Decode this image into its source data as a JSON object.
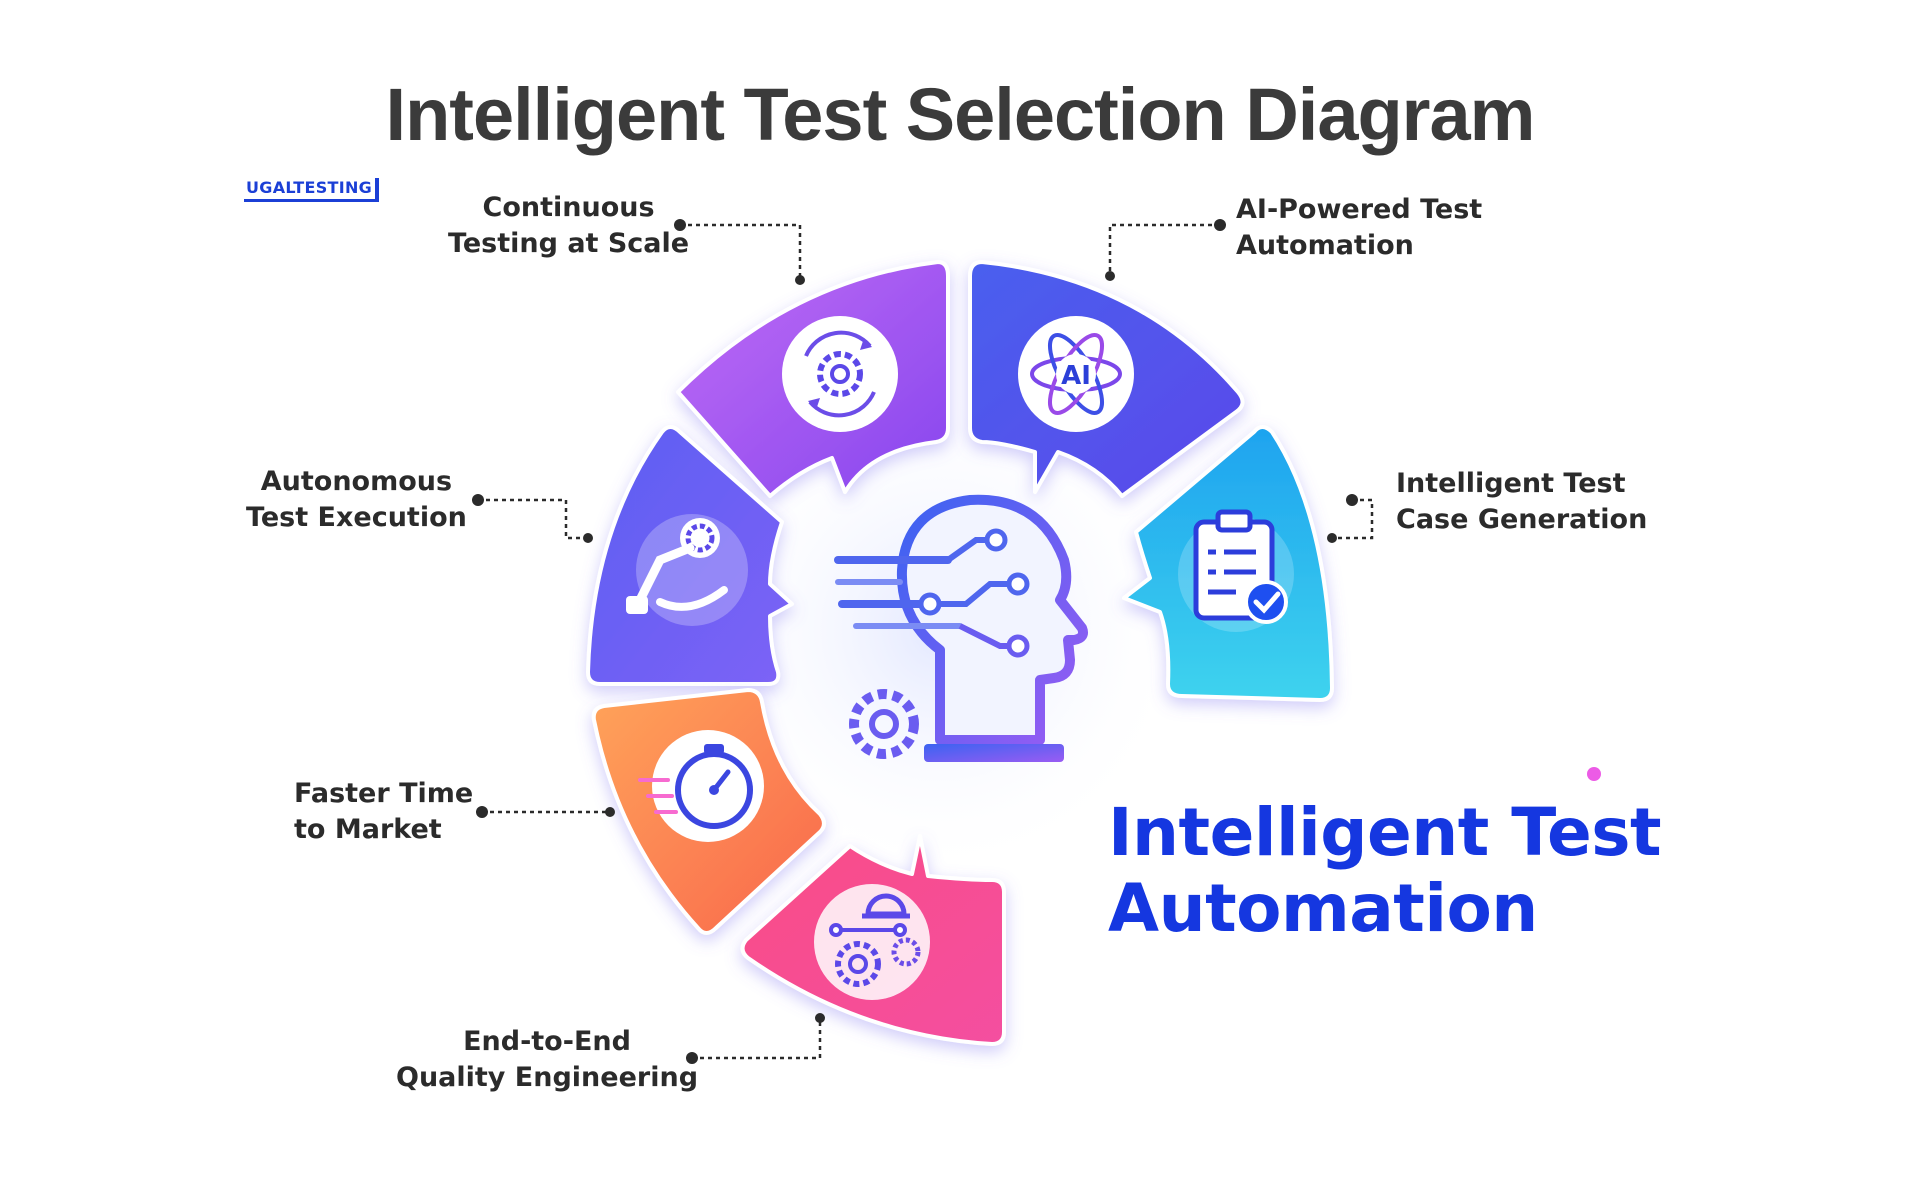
{
  "title": "Intelligent Test Selection Diagram",
  "brand": "UGALTESTING",
  "callouts": {
    "continuous_testing": [
      "Continuous",
      "Testing at Scale"
    ],
    "ai_powered": [
      "AI-Powered Test",
      "Automation"
    ],
    "autonomous_execution": [
      "Autonomous",
      "Test Execution"
    ],
    "intelligent_generation": [
      "Intelligent Test",
      "Case Generation"
    ],
    "faster_time": [
      "Faster Time",
      "to Market"
    ],
    "end_to_end": [
      "End-to-End",
      "Quality Engineering"
    ]
  },
  "icons": {
    "continuous_testing": "gear-cycle-icon",
    "ai_powered": "ai-atom-icon",
    "autonomous_execution": "robot-arm-icon",
    "intelligent_generation": "clipboard-check-icon",
    "faster_time": "stopwatch-icon",
    "end_to_end": "engineering-gears-icon",
    "center": "ai-head-icon"
  },
  "ai_badge": "AI",
  "headline": [
    "Intelligent Test",
    "Automation"
  ],
  "colors": {
    "title": "#3b3b3b",
    "headline": "#1537e0",
    "segment_continuous": "#a24ff0",
    "segment_ai": "#3f55ea",
    "segment_autonomous": "#6b5cf3",
    "segment_generation": "#22b8ec",
    "segment_faster": "#f98150",
    "segment_end_to_end": "#f4478f"
  }
}
